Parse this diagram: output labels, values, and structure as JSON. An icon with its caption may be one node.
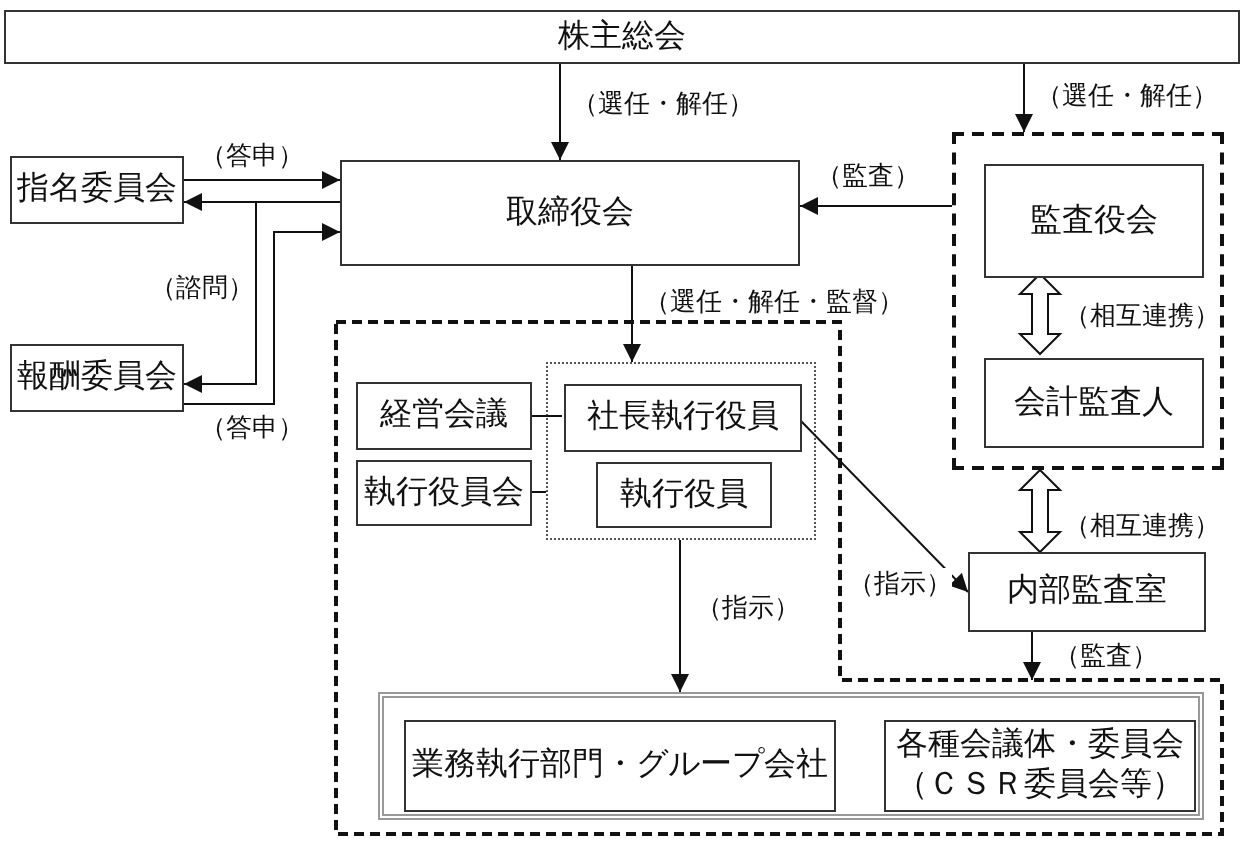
{
  "diagram": {
    "nodes": [
      {
        "text": [
          "株主総会"
        ]
      },
      {
        "text": [
          "指名委員会"
        ]
      },
      {
        "text": [
          "報酬委員会"
        ]
      },
      {
        "text": [
          "取締役会"
        ]
      },
      {
        "text": [],
        "shape": "box"
      },
      {
        "text": [
          "監査役会"
        ],
        "in": 4
      },
      {
        "text": [
          "会計監査人"
        ],
        "in": 4
      },
      {
        "text": [],
        "shape": "polygon"
      },
      {
        "text": [
          "経営会議"
        ],
        "in": 7
      },
      {
        "text": [
          "執行役員会"
        ],
        "in": 7
      },
      {
        "text": [],
        "shape": "box",
        "in": 7
      },
      {
        "text": [
          "社長執行役員"
        ],
        "in": 10
      },
      {
        "text": [
          "執行役員"
        ],
        "in": 10
      },
      {
        "text": [
          "内部監査室"
        ]
      },
      {
        "text": [],
        "shape": "box",
        "in": 7
      },
      {
        "text": [
          "業務執行部門・グループ会社"
        ],
        "in": 14
      },
      {
        "text": [
          "各種会議体・委員会（ＣＳＲ委員会等）"
        ],
        "in": 14
      }
    ],
    "edges": [
      {
        "from": 0,
        "to": 3,
        "arrow": "to",
        "label": "（選任・解任）"
      },
      {
        "from": 0,
        "to": 4,
        "arrow": "to",
        "label": "（選任・解任）"
      },
      {
        "from": 1,
        "to": 3,
        "arrow": "to",
        "label": "（答申）"
      },
      {
        "from": 3,
        "to": 1,
        "arrow": "to"
      },
      {
        "from": 3,
        "to": 2,
        "arrow": "to",
        "label": "（諮問）"
      },
      {
        "from": 2,
        "to": 3,
        "arrow": "to",
        "label": "（答申）"
      },
      {
        "from": 4,
        "to": 3,
        "arrow": "to",
        "label": "（監査）"
      },
      {
        "from": 5,
        "to": 6,
        "arrow": "both",
        "style": "thick",
        "label": "（相互連携）"
      },
      {
        "from": 4,
        "to": 13,
        "arrow": "both",
        "style": "thick",
        "label": "（相互連携）"
      },
      {
        "from": 3,
        "to": 10,
        "arrow": "to",
        "label": "（選任・解任・監督）"
      },
      {
        "from": 11,
        "to": 13,
        "arrow": "to",
        "label": "（指示）"
      },
      {
        "from": 10,
        "to": 14,
        "arrow": "to",
        "label": "（指示）"
      },
      {
        "from": 13,
        "to": 7,
        "arrow": "to",
        "label": "（監査）"
      },
      {
        "from": 8,
        "to": 11,
        "arrow": "none"
      },
      {
        "from": 9,
        "to": 10,
        "arrow": "none"
      }
    ]
  }
}
